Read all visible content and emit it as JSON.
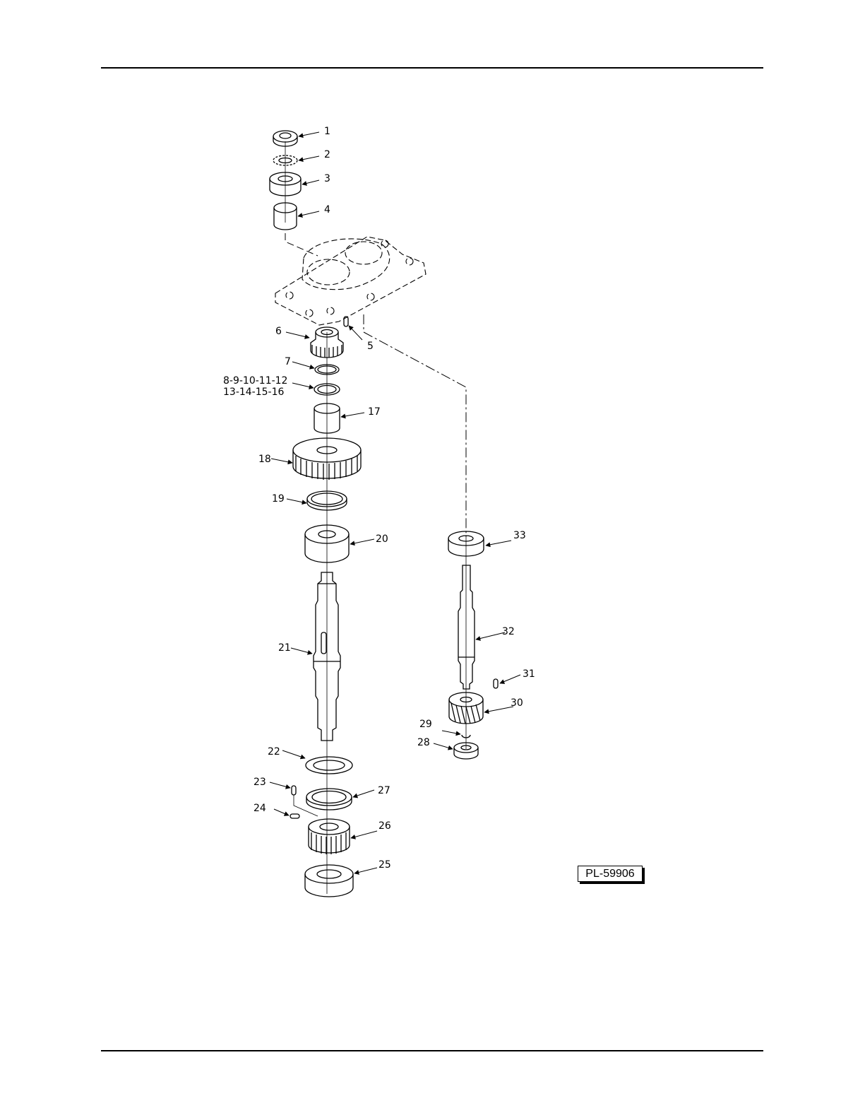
{
  "figure_reference": "PL-59906",
  "callouts": [
    {
      "id": "c1",
      "label": "1"
    },
    {
      "id": "c2",
      "label": "2"
    },
    {
      "id": "c3",
      "label": "3"
    },
    {
      "id": "c4",
      "label": "4"
    },
    {
      "id": "c5",
      "label": "5"
    },
    {
      "id": "c6",
      "label": "6"
    },
    {
      "id": "c7",
      "label": "7"
    },
    {
      "id": "c8",
      "label": "8-9-10-11-12"
    },
    {
      "id": "c8b",
      "label": "13-14-15-16"
    },
    {
      "id": "c17",
      "label": "17"
    },
    {
      "id": "c18",
      "label": "18"
    },
    {
      "id": "c19",
      "label": "19"
    },
    {
      "id": "c20",
      "label": "20"
    },
    {
      "id": "c21",
      "label": "21"
    },
    {
      "id": "c22",
      "label": "22"
    },
    {
      "id": "c23",
      "label": "23"
    },
    {
      "id": "c24",
      "label": "24"
    },
    {
      "id": "c25",
      "label": "25"
    },
    {
      "id": "c26",
      "label": "26"
    },
    {
      "id": "c27",
      "label": "27"
    },
    {
      "id": "c28",
      "label": "28"
    },
    {
      "id": "c29",
      "label": "29"
    },
    {
      "id": "c30",
      "label": "30"
    },
    {
      "id": "c31",
      "label": "31"
    },
    {
      "id": "c32",
      "label": "32"
    },
    {
      "id": "c33",
      "label": "33"
    }
  ]
}
